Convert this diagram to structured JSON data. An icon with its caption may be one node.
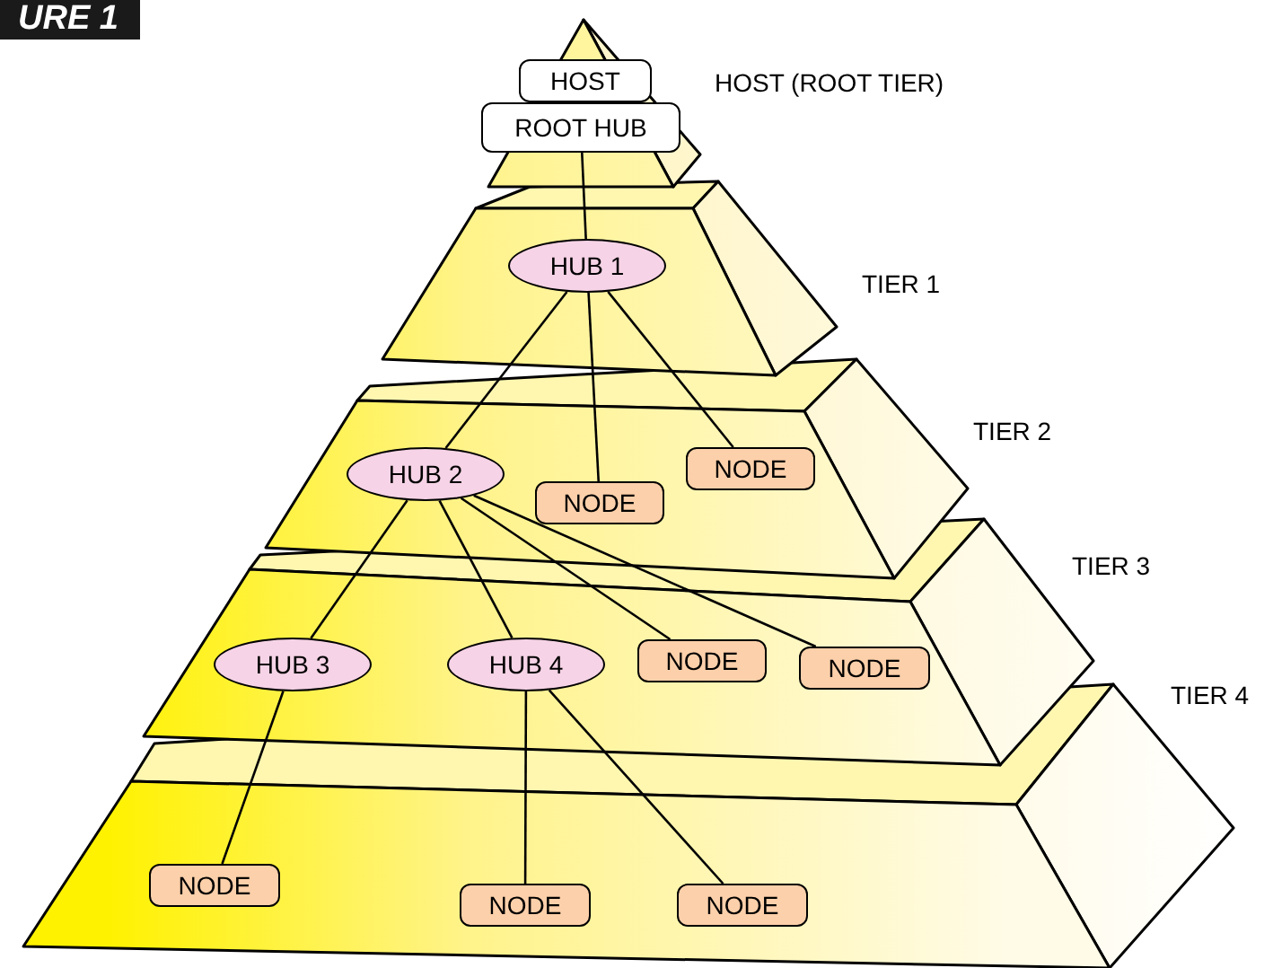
{
  "diagram": {
    "nodes": [
      {
        "text": [
          "HOST"
        ]
      },
      {
        "text": [
          "ROOT HUB"
        ]
      },
      {
        "text": [
          "HUB 1"
        ]
      },
      {
        "text": [
          "HUB 2"
        ]
      },
      {
        "text": [
          "NODE"
        ]
      },
      {
        "text": [
          "NODE"
        ]
      },
      {
        "text": [
          "HUB 3"
        ]
      },
      {
        "text": [
          "HUB 4"
        ]
      },
      {
        "text": [
          "NODE"
        ]
      },
      {
        "text": [
          "NODE"
        ]
      },
      {
        "text": [
          "NODE"
        ]
      },
      {
        "text": [
          "NODE"
        ]
      },
      {
        "text": [
          "NODE"
        ]
      }
    ],
    "edges": [
      {
        "from": 1,
        "to": 2,
        "arrow": "none"
      },
      {
        "from": 2,
        "to": 3,
        "arrow": "none"
      },
      {
        "from": 2,
        "to": 4,
        "arrow": "none"
      },
      {
        "from": 2,
        "to": 5,
        "arrow": "none"
      },
      {
        "from": 3,
        "to": 6,
        "arrow": "none"
      },
      {
        "from": 3,
        "to": 7,
        "arrow": "none"
      },
      {
        "from": 3,
        "to": 8,
        "arrow": "none"
      },
      {
        "from": 3,
        "to": 9,
        "arrow": "none"
      },
      {
        "from": 6,
        "to": 10,
        "arrow": "none"
      },
      {
        "from": 7,
        "to": 11,
        "arrow": "none"
      },
      {
        "from": 7,
        "to": 12,
        "arrow": "none"
      }
    ],
    "labels": [
      "URE 1",
      "HOST (ROOT TIER)",
      "TIER 1",
      "TIER 2",
      "TIER 3",
      "TIER 4"
    ]
  }
}
